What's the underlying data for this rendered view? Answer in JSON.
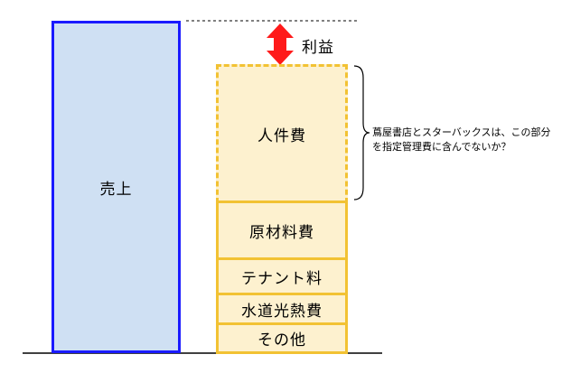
{
  "sales": {
    "label": "売上"
  },
  "profit": {
    "label": "利益"
  },
  "costs": [
    {
      "key": "labor",
      "label": "人件費"
    },
    {
      "key": "materials",
      "label": "原材料費"
    },
    {
      "key": "tenant",
      "label": "テナント料"
    },
    {
      "key": "utilities",
      "label": "水道光熱費"
    },
    {
      "key": "other",
      "label": "その他"
    }
  ],
  "note": {
    "line1": "蔦屋書店とスターバックスは、この部分",
    "line2": "を指定管理費に含んでないか？"
  },
  "colors": {
    "sales_fill": "#cfe0f3",
    "sales_border": "#1a1aff",
    "cost_fill": "#fdf1cf",
    "cost_border": "#f2c233",
    "arrow": "#ff1a1a"
  }
}
